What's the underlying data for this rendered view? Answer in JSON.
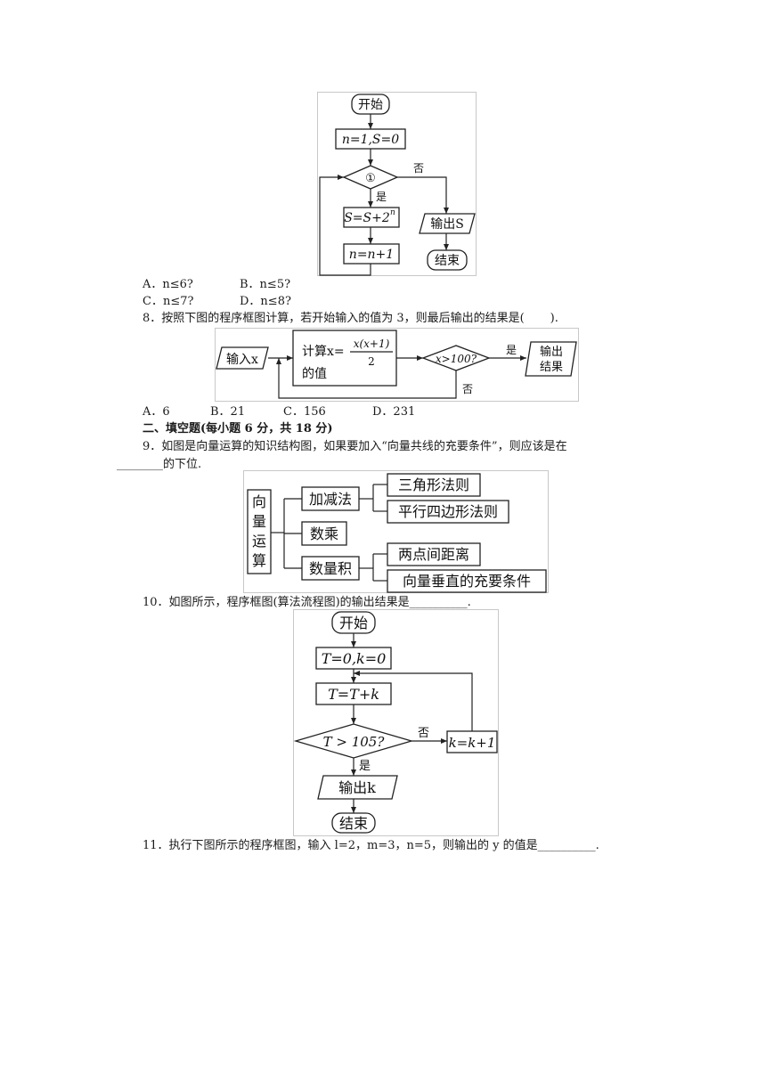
{
  "fig1": {
    "start": "开始",
    "init": "n=1,S=0",
    "cond": "①",
    "no": "否",
    "yes": "是",
    "step": "S=S+2",
    "exp": "n",
    "incr": "n=n+1",
    "output": "输出S",
    "end": "结束"
  },
  "q7": {
    "options": [
      "A．n≤6?",
      "B．n≤5?",
      "C．n≤7?",
      "D．n≤8?"
    ]
  },
  "q8": {
    "stem": "8．按照下图的程序框图计算，若开始输入的值为 3，则最后输出的结果是(       ).",
    "input": "输入x",
    "calc_prefix": "计算x=",
    "numerator": "x(x+1)",
    "denominator": "2",
    "calc_suffix": "的值",
    "cond": "x>100?",
    "yes": "是",
    "no": "否",
    "output_line1": "输出",
    "output_line2": "结果",
    "options": [
      "A．6",
      "B．21",
      "C．156",
      "D．231"
    ]
  },
  "section2": {
    "title": "二、填空题(每小题 6 分，共 18 分)"
  },
  "q9": {
    "stem_line1": "9．如图是向量运算的知识结构图，如果要加入“向量共线的充要条件”，则应该是在",
    "stem_line2": "________的下位.",
    "root": [
      "向",
      "量",
      "运",
      "算"
    ],
    "branches": [
      "加减法",
      "数乘",
      "数量积"
    ],
    "leaves_add": [
      "三角形法则",
      "平行四边形法则"
    ],
    "leaves_dot": [
      "两点间距离",
      "向量垂直的充要条件"
    ]
  },
  "q10": {
    "stem": "10．如图所示，程序框图(算法流程图)的输出结果是__________.",
    "start": "开始",
    "init": "T=0,k=0",
    "step": "T=T+k",
    "cond": "T > 105?",
    "no": "否",
    "incr": "k=k+1",
    "yes": "是",
    "output": "输出k",
    "end": "结束"
  },
  "q11": {
    "stem": "11．执行下图所示的程序框图，输入 l=2，m=3，n=5，则输出的 y 的值是__________."
  }
}
